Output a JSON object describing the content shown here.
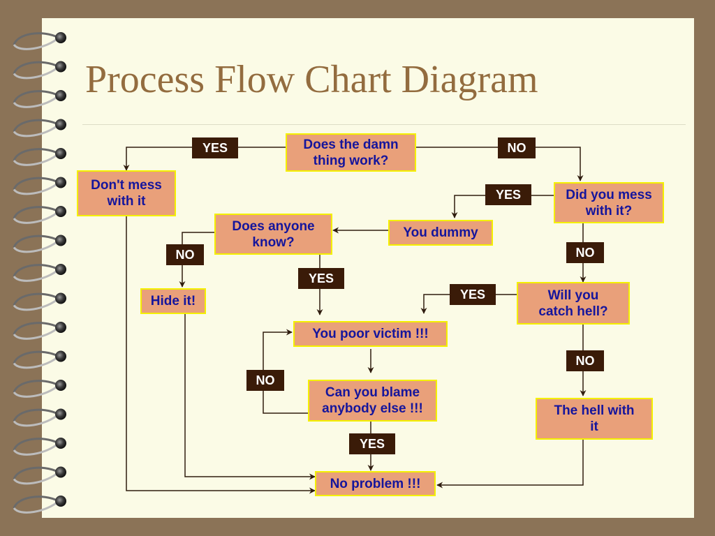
{
  "title": "Process Flow Chart Diagram",
  "colors": {
    "frame": "#8b7357",
    "page": "#fbfbe6",
    "title": "#936c3f",
    "box_fill": "#e9a07a",
    "box_border": "#f4f000",
    "box_text": "#15159c",
    "label_fill": "#3a1b08",
    "label_text": "#ffffff",
    "connector": "#2f1c0f"
  },
  "nodes": {
    "does_it_work": "Does the damn\nthing work?",
    "dont_mess": "Don't mess\nwith it",
    "did_you_mess": "Did you mess\nwith it?",
    "you_dummy": "You  dummy",
    "does_anyone_know": "Does anyone\nknow?",
    "hide_it": "Hide it!",
    "will_you_catch_hell": "Will you\ncatch hell?",
    "you_poor_victim": "You poor victim !!!",
    "can_you_blame": "Can you blame\nanybody else !!!",
    "the_hell_with_it": "The hell with\nit",
    "no_problem": "No problem !!!"
  },
  "labels": {
    "yes_works": "YES",
    "no_works": "NO",
    "yes_messed": "YES",
    "no_knows": "NO",
    "no_messed": "NO",
    "yes_knows": "YES",
    "yes_hell": "YES",
    "no_blame": "NO",
    "no_hell": "NO",
    "yes_blame": "YES"
  },
  "icons": {
    "binding": "spiral-ring-icon",
    "arrow": "arrowhead-icon"
  }
}
